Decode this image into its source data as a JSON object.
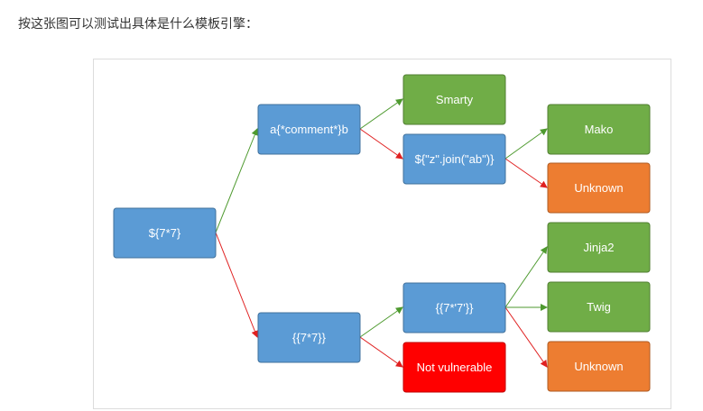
{
  "intro_text": "按这张图可以测试出具体是什么模板引擎：",
  "nodes": {
    "root": {
      "label": "${7*7}",
      "color": "#5b9bd5"
    },
    "comment": {
      "label": "a{*comment*}b",
      "color": "#5b9bd5"
    },
    "double_brace": {
      "label": "{{7*7}}",
      "color": "#5b9bd5"
    },
    "smarty": {
      "label": "Smarty",
      "color": "#70ad47"
    },
    "join": {
      "label": "${\"z\".join(\"ab\")}",
      "color": "#5b9bd5"
    },
    "mako": {
      "label": "Mako",
      "color": "#70ad47"
    },
    "unknown_top": {
      "label": "Unknown",
      "color": "#ed7d31"
    },
    "string_mult": {
      "label": "{{7*'7'}}",
      "color": "#5b9bd5"
    },
    "not_vulnerable": {
      "label": "Not vulnerable",
      "color": "#ff0000"
    },
    "jinja2": {
      "label": "Jinja2",
      "color": "#70ad47"
    },
    "twig": {
      "label": "Twig",
      "color": "#70ad47"
    },
    "unknown_bottom": {
      "label": "Unknown",
      "color": "#ed7d31"
    }
  },
  "edge_colors": {
    "success": "#4e9a2f",
    "failure": "#e02020"
  }
}
